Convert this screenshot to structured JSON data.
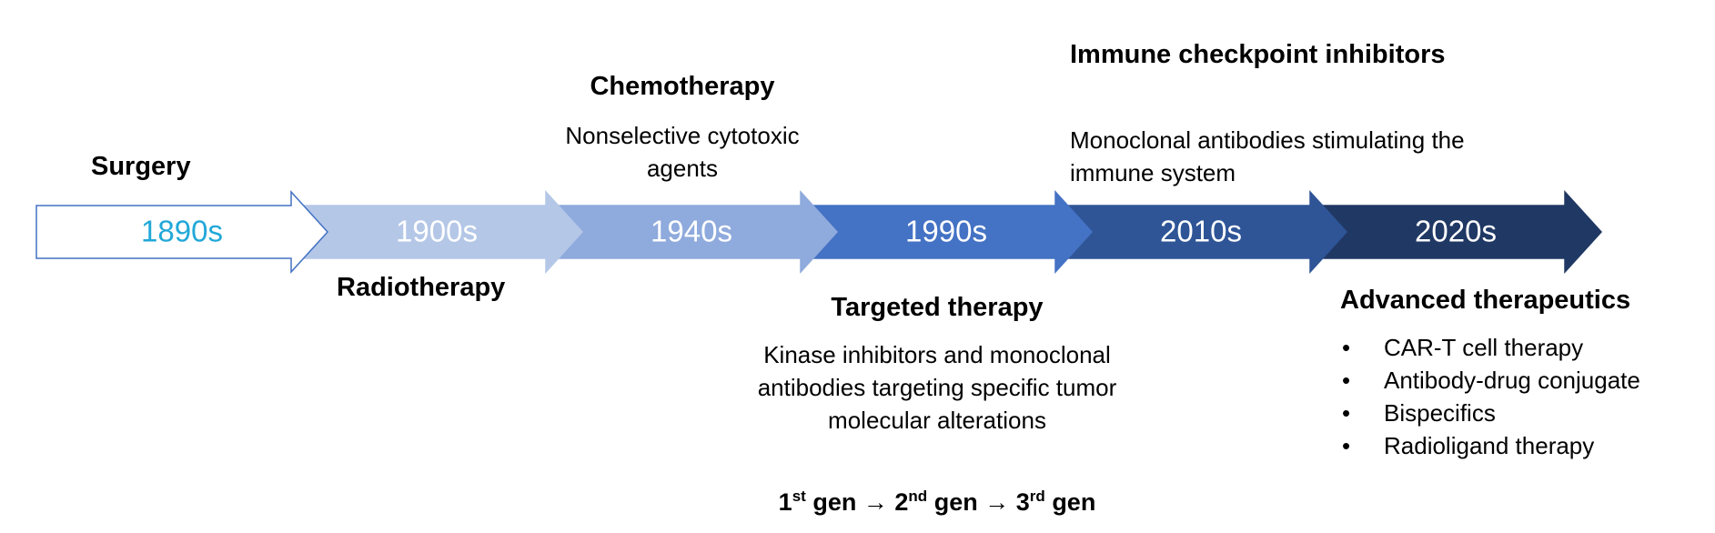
{
  "timeline": {
    "eras": [
      {
        "year": "1890s",
        "fill": "#ffffff",
        "stroke": "#4472c4",
        "text_color": "#21a8d8"
      },
      {
        "year": "1900s",
        "fill": "#b4c7e7",
        "stroke": "#b4c7e7",
        "text_color": "#ffffff"
      },
      {
        "year": "1940s",
        "fill": "#8faadc",
        "stroke": "#8faadc",
        "text_color": "#ffffff"
      },
      {
        "year": "1990s",
        "fill": "#4472c4",
        "stroke": "#4472c4",
        "text_color": "#ffffff"
      },
      {
        "year": "2010s",
        "fill": "#2f5597",
        "stroke": "#2f5597",
        "text_color": "#ffffff"
      },
      {
        "year": "2020s",
        "fill": "#203864",
        "stroke": "#203864",
        "text_color": "#ffffff"
      }
    ]
  },
  "labels": {
    "surgery": {
      "title": "Surgery"
    },
    "radiotherapy": {
      "title": "Radiotherapy"
    },
    "chemotherapy": {
      "title": "Chemotherapy",
      "description": "Nonselective cytotoxic agents"
    },
    "immune_checkpoint": {
      "title": "Immune checkpoint inhibitors",
      "description": "Monoclonal antibodies stimulating the immune system"
    },
    "targeted": {
      "title": "Targeted therapy",
      "description": "Kinase inhibitors and monoclonal antibodies targeting specific tumor molecular alterations",
      "generations": [
        {
          "number": "1",
          "suffix": "st",
          "word": "gen"
        },
        {
          "number": "2",
          "suffix": "nd",
          "word": "gen"
        },
        {
          "number": "3",
          "suffix": "rd",
          "word": "gen"
        }
      ],
      "arrow": "→"
    },
    "advanced": {
      "title": "Advanced therapeutics",
      "items": [
        "CAR-T cell therapy",
        "Antibody-drug conjugate",
        "Bispecifics",
        "Radioligand therapy"
      ]
    }
  }
}
